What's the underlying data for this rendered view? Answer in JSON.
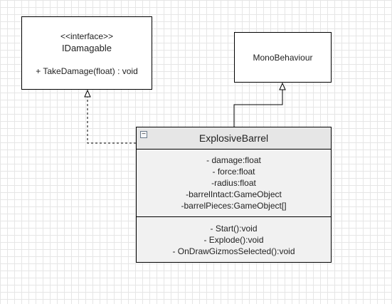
{
  "interface_box": {
    "stereotype": "<<interface>>",
    "name": "IDamagable",
    "operation": "+ TakeDamage(float) : void"
  },
  "mono_box": {
    "name": "MonoBehaviour"
  },
  "class_box": {
    "collapse_symbol": "−",
    "name": "ExplosiveBarrel",
    "attributes": [
      "- damage:float",
      "- force:float",
      "-radius:float",
      "-barrelIntact:GameObject",
      "-barrelPieces:GameObject[]"
    ],
    "operations": [
      "- Start():void",
      "- Explode():void",
      "- OnDrawGizmosSelected():void"
    ]
  }
}
